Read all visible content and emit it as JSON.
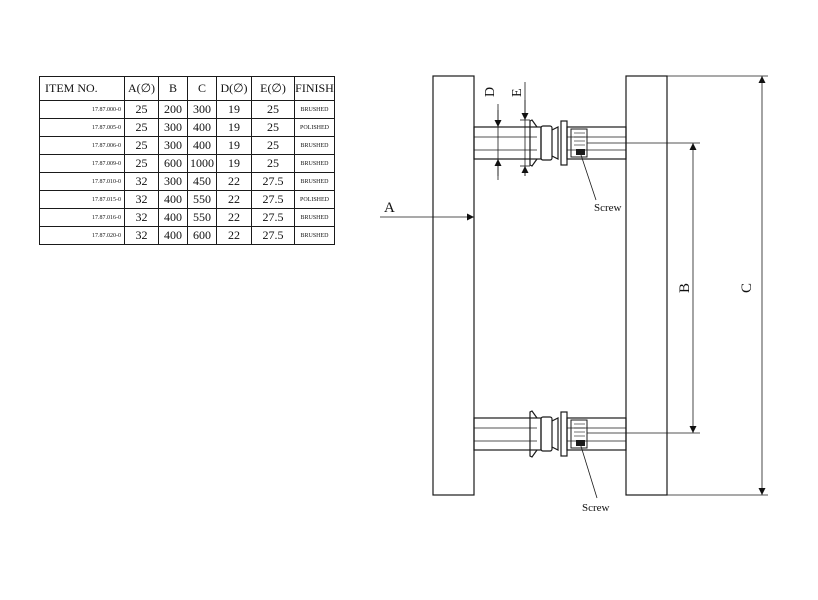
{
  "table": {
    "headers": [
      "ITEM NO.",
      "A(∅)",
      "B",
      "C",
      "D(∅)",
      "E(∅)",
      "FINISH"
    ],
    "rows": [
      [
        "17.87.000-0",
        "25",
        "200",
        "300",
        "19",
        "25",
        "BRUSHED"
      ],
      [
        "17.87.005-0",
        "25",
        "300",
        "400",
        "19",
        "25",
        "POLISHED"
      ],
      [
        "17.87.006-0",
        "25",
        "300",
        "400",
        "19",
        "25",
        "BRUSHED"
      ],
      [
        "17.87.009-0",
        "25",
        "600",
        "1000",
        "19",
        "25",
        "BRUSHED"
      ],
      [
        "17.87.010-0",
        "32",
        "300",
        "450",
        "22",
        "27.5",
        "BRUSHED"
      ],
      [
        "17.87.015-0",
        "32",
        "400",
        "550",
        "22",
        "27.5",
        "POLISHED"
      ],
      [
        "17.87.016-0",
        "32",
        "400",
        "550",
        "22",
        "27.5",
        "BRUSHED"
      ],
      [
        "17.87.020-0",
        "32",
        "400",
        "600",
        "22",
        "27.5",
        "BRUSHED"
      ]
    ]
  },
  "drawing": {
    "dimension_labels": {
      "a": "A",
      "b": "B",
      "c": "C",
      "d": "D",
      "e": "E"
    },
    "callouts": {
      "screw_top": "Screw",
      "screw_bottom": "Screw"
    }
  }
}
